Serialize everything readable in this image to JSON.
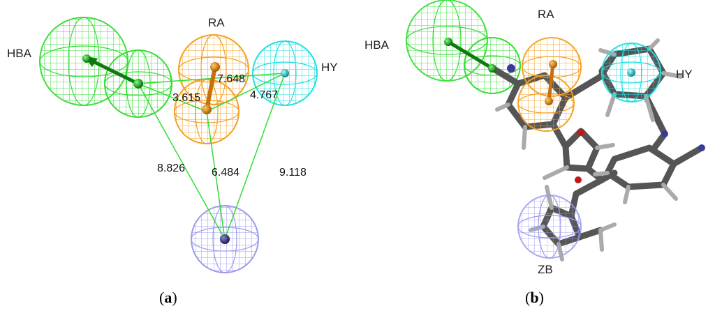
{
  "panel_a": {
    "labels": {
      "hba": "HBA",
      "ra": "RA",
      "hy": "HY"
    },
    "distances": {
      "d1": "7.648",
      "d2": "3.615",
      "d3": "4.767",
      "d4": "8.826",
      "d5": "6.484",
      "d6": "9.118"
    },
    "caption": {
      "open": "(",
      "letter": "a",
      "close": ")"
    }
  },
  "panel_b": {
    "labels": {
      "hba": "HBA",
      "ra": "RA",
      "hy": "HY",
      "zb": "ZB"
    },
    "caption": {
      "open": "(",
      "letter": "b",
      "close": ")"
    }
  },
  "colors": {
    "hba": "#33dd33",
    "ra": "#f5a020",
    "hy": "#22e0e0",
    "zb": "#9a9af0",
    "bond": "#555555"
  }
}
